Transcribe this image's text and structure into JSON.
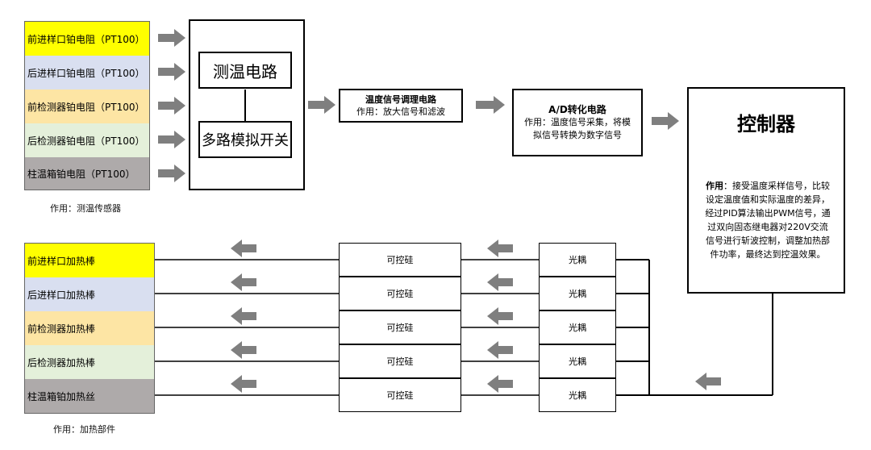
{
  "sensors": [
    {
      "label": "前进样口铂电阻（PT100）",
      "color": "#ffff00"
    },
    {
      "label": "后进样口铂电阻（PT100）",
      "color": "#d9dff0"
    },
    {
      "label": "前检测器铂电阻（PT100）",
      "color": "#fde5a4"
    },
    {
      "label": "后检测器铂电阻（PT100）",
      "color": "#e4f0da"
    },
    {
      "label": "柱温箱铂电阻（PT100）",
      "color": "#aeaaaa"
    }
  ],
  "sensor_caption": "作用：测温传感器",
  "measure_circuit": {
    "label": "测温电路"
  },
  "mux_switch": {
    "label": "多路模拟开关"
  },
  "signal_conditioning": {
    "title": "温度信号调理电路",
    "desc": "作用：放大信号和滤波"
  },
  "ad_conversion": {
    "title": "A/D转化电路",
    "desc_line1": "作用：温度信号采集，将模",
    "desc_line2": "拟信号转换为数字信号"
  },
  "controller": {
    "title": "控制器",
    "desc_bold": "作用",
    "desc_lines": [
      "：接受温度采样信号，比较",
      "设定温度值和实际温度的差异，",
      "经过PID算法输出PWM信号，通",
      "过双向固态继电器对220V交流",
      "信号进行斩波控制，调整加热部",
      "件功率，最终达到控温效果。"
    ]
  },
  "heaters": [
    {
      "label": "前进样口加热棒",
      "color": "#ffff00"
    },
    {
      "label": "后进样口加热棒",
      "color": "#d9dff0"
    },
    {
      "label": "前检测器加热棒",
      "color": "#fde5a4"
    },
    {
      "label": "后检测器加热棒",
      "color": "#e4f0da"
    },
    {
      "label": "柱温箱铂加热丝",
      "color": "#aeaaaa"
    }
  ],
  "heater_caption": "作用：加热部件",
  "scr_label": "可控硅",
  "optocoupler_label": "光耦",
  "arrow_color": "#7f7f7f"
}
